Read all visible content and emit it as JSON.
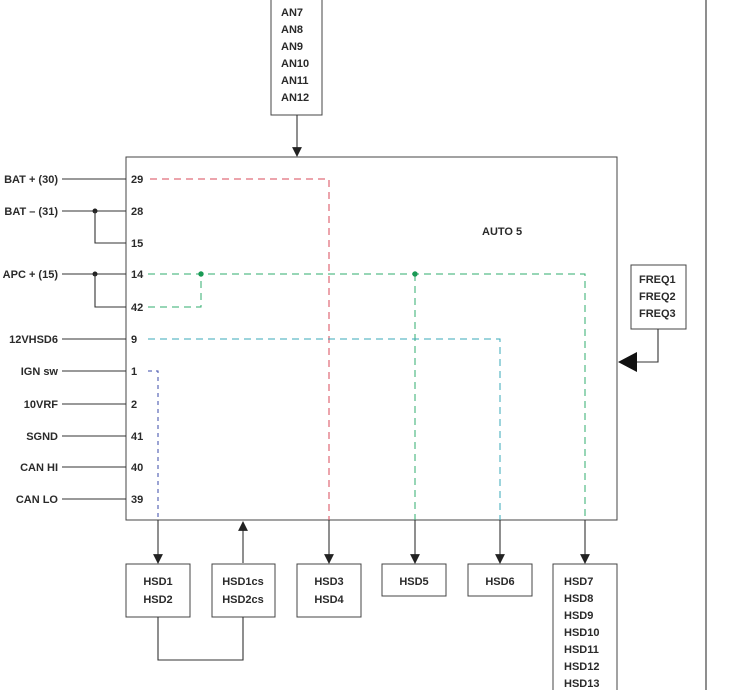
{
  "module": {
    "title": "AUTO 5"
  },
  "inputs_top": {
    "labels": [
      "AN7",
      "AN8",
      "AN9",
      "AN10",
      "AN11",
      "AN12"
    ]
  },
  "left_connections": [
    {
      "label": "BAT + (30)",
      "pin": "29"
    },
    {
      "label": "BAT – (31)",
      "pin": "28"
    },
    {
      "label": "",
      "pin": "15"
    },
    {
      "label": "APC + (15)",
      "pin": "14"
    },
    {
      "label": "",
      "pin": "42"
    },
    {
      "label": "12VHSD6",
      "pin": "9"
    },
    {
      "label": "IGN sw",
      "pin": "1"
    },
    {
      "label": "10VRF",
      "pin": "2"
    },
    {
      "label": "SGND",
      "pin": "41"
    },
    {
      "label": "CAN HI",
      "pin": "40"
    },
    {
      "label": "CAN LO",
      "pin": "39"
    }
  ],
  "freq_box": {
    "labels": [
      "FREQ1",
      "FREQ2",
      "FREQ3"
    ]
  },
  "outputs": [
    {
      "lines": [
        "HSD1",
        "HSD2"
      ]
    },
    {
      "lines": [
        "HSD1cs",
        "HSD2cs"
      ]
    },
    {
      "lines": [
        "HSD3",
        "HSD4"
      ]
    },
    {
      "lines": [
        "HSD5"
      ]
    },
    {
      "lines": [
        "HSD6"
      ]
    },
    {
      "lines": [
        "HSD7",
        "HSD8",
        "HSD9",
        "HSD10",
        "HSD11",
        "HSD12",
        "HSD13"
      ]
    }
  ],
  "colors": {
    "wire_red": "#d94a5a",
    "wire_green": "#2fae6e",
    "wire_cyan": "#3aa8b8",
    "wire_blue": "#3a4aa8",
    "junction_green": "#1a9a55"
  }
}
